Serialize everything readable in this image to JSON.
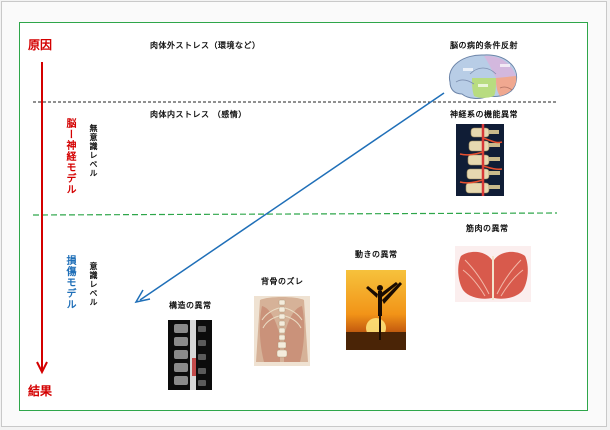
{
  "labels": {
    "cause": "原因",
    "result": "結果",
    "external_stress": "肉体外ストレス（環境など）",
    "internal_stress": "肉体内ストレス （感情）",
    "brain_reflex": "脳の病的条件反射",
    "nerve_abnormal": "神経系の機能異常",
    "muscle_abnormal": "筋肉の異常",
    "movement_abnormal": "動きの異常",
    "spine_misalign": "背骨のズレ",
    "structure_abnormal": "構造の異常",
    "brain_nerve_model": "脳ー神経モデル",
    "unconscious_level": "無意識レベル",
    "injury_model": "損傷モデル",
    "conscious_level": "意識レベル"
  },
  "colors": {
    "green_border": "#2ea64a",
    "red_arrow": "#d40000",
    "blue_arrow": "#1f6fb8",
    "black_dash": "#222222",
    "green_dash": "#2ea64a"
  },
  "icons": {
    "brain": "brain-image",
    "spine_nerve": "spine-nerve-image",
    "muscle": "muscle-image",
    "yoga": "yoga-silhouette-image",
    "back": "back-skeleton-image",
    "xray": "spine-xray-image"
  }
}
